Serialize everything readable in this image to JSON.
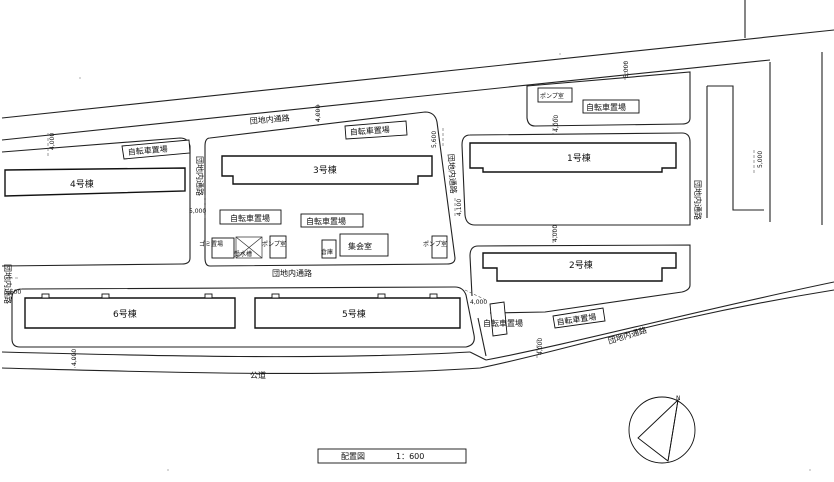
{
  "buildings": {
    "b1": "1号棟",
    "b2": "2号棟",
    "b3": "3号棟",
    "b4": "4号棟",
    "b5": "5号棟",
    "b6": "6号棟"
  },
  "facilities": {
    "bike_1": "自転車置場",
    "bike_2": "自転車置場",
    "bike_3": "自転車置場",
    "bike_4": "自転車置場",
    "bike_5": "自転車置場",
    "bike_6": "自転車置場",
    "bike_7": "自転車置場",
    "pump_1": "ポンプ室",
    "pump_2": "ポンプ室",
    "pump_3": "ポンプ室",
    "garbage": "ゴミ置場",
    "water_tank": "受水槽",
    "storage": "倉庫",
    "hall": "集会室"
  },
  "roads": {
    "inner_top": "団地内通路",
    "inner_middle": "団地内通路",
    "inner_vertical_left": "団地内通路",
    "inner_vertical_right": "団地内通路",
    "inner_left_edge": "団地内通路",
    "inner_right_vertical": "団地内通路",
    "inner_lower_right": "団地内通路",
    "public_road": "公道"
  },
  "widths": {
    "w1": "4,000",
    "w2": "4,000",
    "w3": "5,000",
    "w4": "5,000",
    "w5": "5,600",
    "w6": "4,100",
    "w7": "4,000",
    "w8": "4,000",
    "w9": "4,000",
    "w10": "4,000",
    "w11": "4,000",
    "w12": "5,600",
    "w13": "5,000"
  },
  "north_label": "N",
  "title": {
    "name": "配置図",
    "scale": "1：600"
  }
}
